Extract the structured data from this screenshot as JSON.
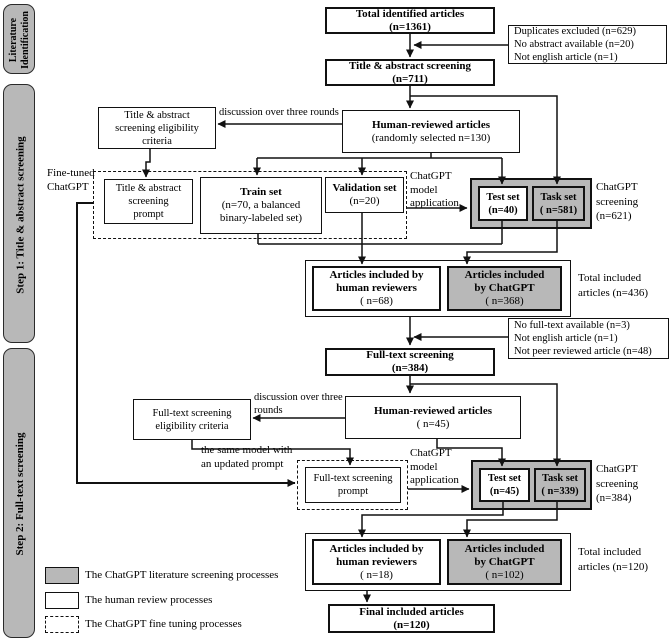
{
  "colors": {
    "process_gray": "#b8b8b8",
    "line": "#111111"
  },
  "sidebar": {
    "sections": [
      {
        "label": "Literature\nIdentification"
      },
      {
        "label": "Step 1: Title & abstract screening"
      },
      {
        "label": "Step 2: Full-text screening"
      }
    ]
  },
  "identification": {
    "total": {
      "title": "Total identified articles",
      "sub": "(n=1361)"
    },
    "exclusions": "Duplicates excluded (n=629)\nNo abstract available (n=20)\nNot english article (n=1)",
    "screening": {
      "title": "Title & abstract screening",
      "sub": "(n=711)"
    }
  },
  "step1": {
    "human_reviewed": {
      "title": "Human-reviewed articles",
      "sub": "(randomly selected n=130)"
    },
    "discussion_label": "discussion over three rounds",
    "criteria": "Title & abstract\nscreening eligibility\ncriteria",
    "fine_tuned_label": "Fine-tuned\nChatGPT",
    "prompt": "Title & abstract\nscreening\nprompt",
    "train": {
      "title": "Train set",
      "sub": "(n=70, a balanced\nbinary-labeled set)"
    },
    "validation": {
      "title": "Validation set",
      "sub": "(n=20)"
    },
    "model_application_label": "ChatGPT\nmodel\napplication",
    "test": {
      "title": "Test set",
      "sub": "(n=40)"
    },
    "task": {
      "title": "Task set",
      "sub": "( n=581)"
    },
    "screening_label": "ChatGPT\nscreening\n(n=621)",
    "included_human": {
      "title": "Articles included by\nhuman reviewers",
      "sub": "( n=68)"
    },
    "included_gpt": {
      "title": "Articles included\nby ChatGPT",
      "sub": "( n=368)"
    },
    "total_included_label": "Total included\narticles (n=436)"
  },
  "step2": {
    "exclusions": "No full-text available (n=3)\nNot english article (n=1)\nNot peer reviewed article (n=48)",
    "screening": {
      "title": "Full-text screening",
      "sub": "(n=384)"
    },
    "human_reviewed": {
      "title": "Human-reviewed articles",
      "sub": "( n=45)"
    },
    "discussion_label": "discussion over three\nrounds",
    "criteria": "Full-text screening\neligibility criteria",
    "same_model_label": "the same model with\nan updated prompt",
    "prompt": "Full-text screening\nprompt",
    "model_application_label": "ChatGPT\nmodel\napplication",
    "test": {
      "title": "Test set",
      "sub": "(n=45)"
    },
    "task": {
      "title": "Task set",
      "sub": "( n=339)"
    },
    "screening_label": "ChatGPT\nscreening\n(n=384)",
    "included_human": {
      "title": "Articles included by\nhuman reviewers",
      "sub": "( n=18)"
    },
    "included_gpt": {
      "title": "Articles included\nby ChatGPT",
      "sub": "( n=102)"
    },
    "total_included_label": "Total included\narticles (n=120)",
    "final": {
      "title": "Final included articles",
      "sub": "(n=120)"
    }
  },
  "legend": {
    "items": [
      {
        "swatch": "gray",
        "label": "The ChatGPT literature screening processes"
      },
      {
        "swatch": "white",
        "label": "The human review processes"
      },
      {
        "swatch": "dashed",
        "label": "The ChatGPT fine tuning processes"
      }
    ]
  }
}
